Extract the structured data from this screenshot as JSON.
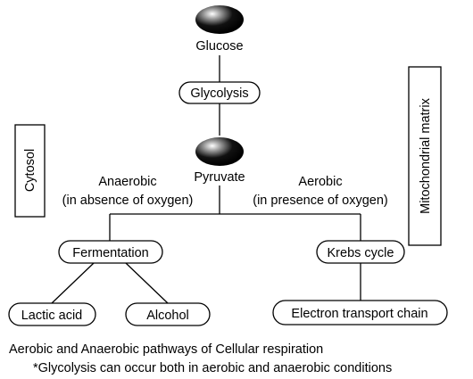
{
  "nodes": {
    "glucose": "Glucose",
    "glycolysis": "Glycolysis",
    "pyruvate": "Pyruvate",
    "fermentation": "Fermentation",
    "krebs": "Krebs cycle",
    "lactic": "Lactic acid",
    "alcohol": "Alcohol",
    "etc": "Electron transport chain"
  },
  "branches": {
    "anaerobic": "Anaerobic",
    "anaerobic_note": "(in absence of oxygen)",
    "aerobic": "Aerobic",
    "aerobic_note": "(in presence of oxygen)"
  },
  "regions": {
    "cytosol": "Cytosol",
    "mito": "Mitochondrial matrix"
  },
  "caption": {
    "line1": "Aerobic and Anaerobic pathways of Cellular respiration",
    "line2": "*Glycolysis can occur both in aerobic and anaerobic conditions"
  },
  "colors": {
    "molecule": "#000000",
    "highlight": "#ffffff"
  }
}
